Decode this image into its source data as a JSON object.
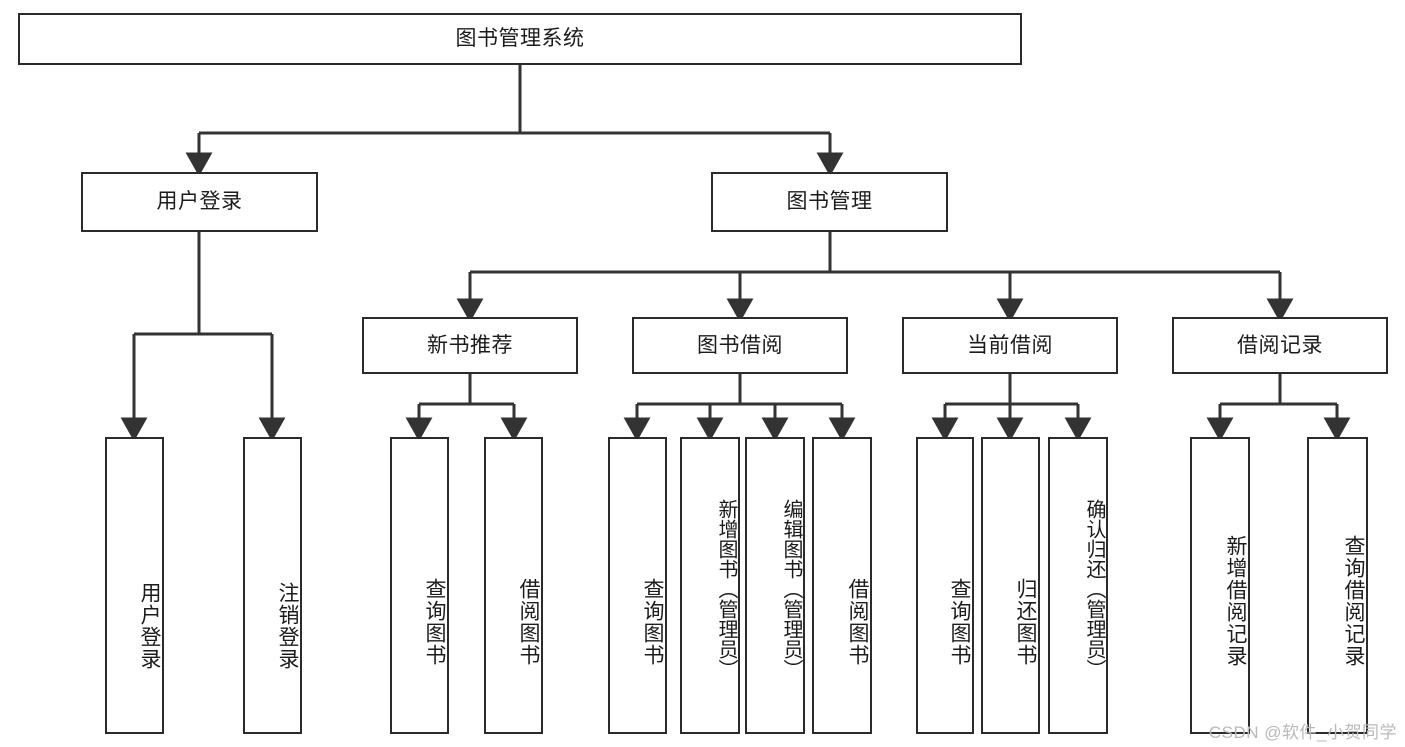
{
  "diagram": {
    "type": "tree-hierarchy",
    "title": "图书管理系统",
    "colors": {
      "box_border": "#2b2b2b",
      "box_fill": "#ffffff",
      "connector": "#333333",
      "text": "#1c1c1c",
      "watermark": "#b9b9b9"
    },
    "root": {
      "label": "图书管理系统"
    },
    "level2": [
      {
        "label": "用户登录"
      },
      {
        "label": "图书管理"
      }
    ],
    "level3": [
      {
        "label": "新书推荐"
      },
      {
        "label": "图书借阅"
      },
      {
        "label": "当前借阅"
      },
      {
        "label": "借阅记录"
      }
    ],
    "leaves": {
      "user_login": [
        {
          "label": "用户登录"
        },
        {
          "label": "注销登录"
        }
      ],
      "new_book": [
        {
          "label": "查询图书"
        },
        {
          "label": "借阅图书"
        }
      ],
      "book_borrow": [
        {
          "label": "查询图书"
        },
        {
          "label": "新增图书（管理员）"
        },
        {
          "label": "编辑图书（管理员）"
        },
        {
          "label": "借阅图书"
        }
      ],
      "current_borrow": [
        {
          "label": "查询图书"
        },
        {
          "label": "归还图书"
        },
        {
          "label": "确认归还（管理员）"
        }
      ],
      "borrow_record": [
        {
          "label": "新增借阅记录"
        },
        {
          "label": "查询借阅记录"
        }
      ]
    }
  },
  "watermark": {
    "text": "CSDN @软件_小贺同学"
  }
}
